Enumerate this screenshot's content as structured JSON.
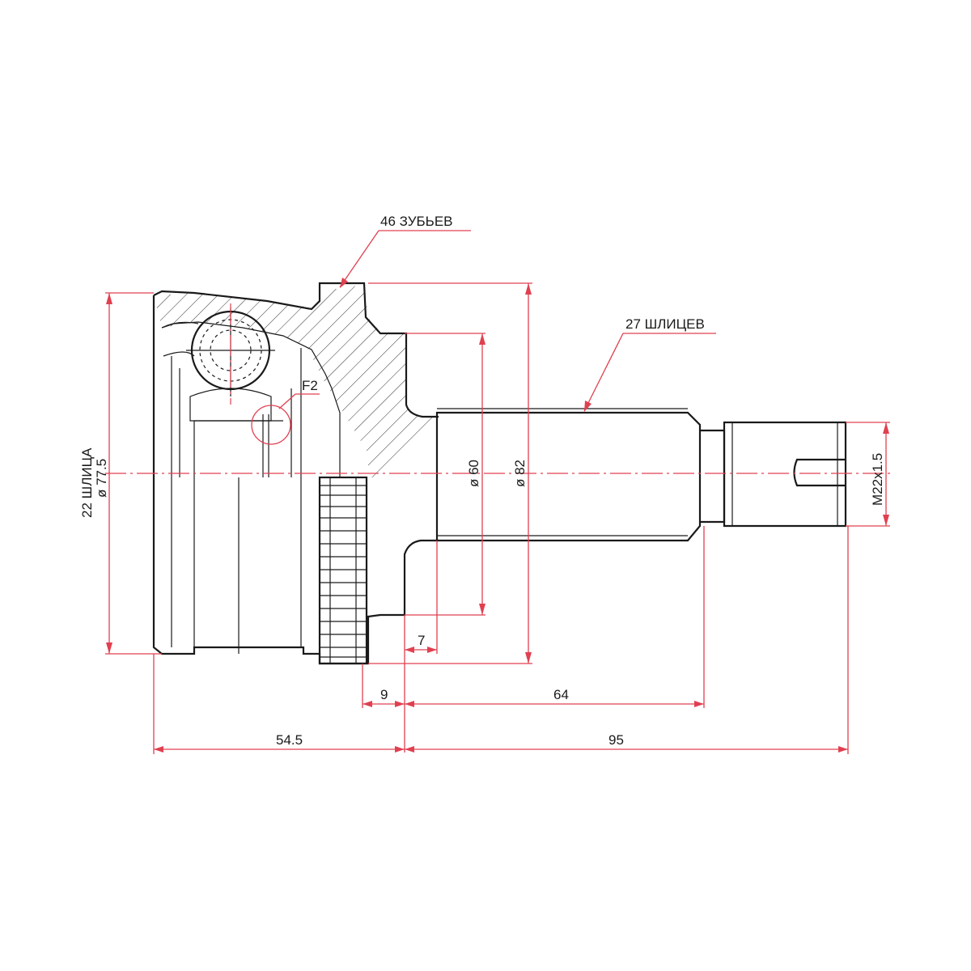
{
  "labels": {
    "teeth_count": "46 ЗУБЬЕВ",
    "spline_shaft": "27 ШЛИЦЕВ",
    "inner_splines": "22 ШЛИЦА",
    "inner_diameter": "ø 77.5",
    "feature_mark": "F2",
    "diameter_60": "ø 60",
    "diameter_82": "ø 82",
    "thread": "M22x1.5",
    "dim_7": "7",
    "dim_9": "9",
    "dim_64": "64",
    "dim_54_5": "54.5",
    "dim_95": "95"
  },
  "colors": {
    "dimension": "#e04050",
    "outline": "#1a1a1a"
  }
}
